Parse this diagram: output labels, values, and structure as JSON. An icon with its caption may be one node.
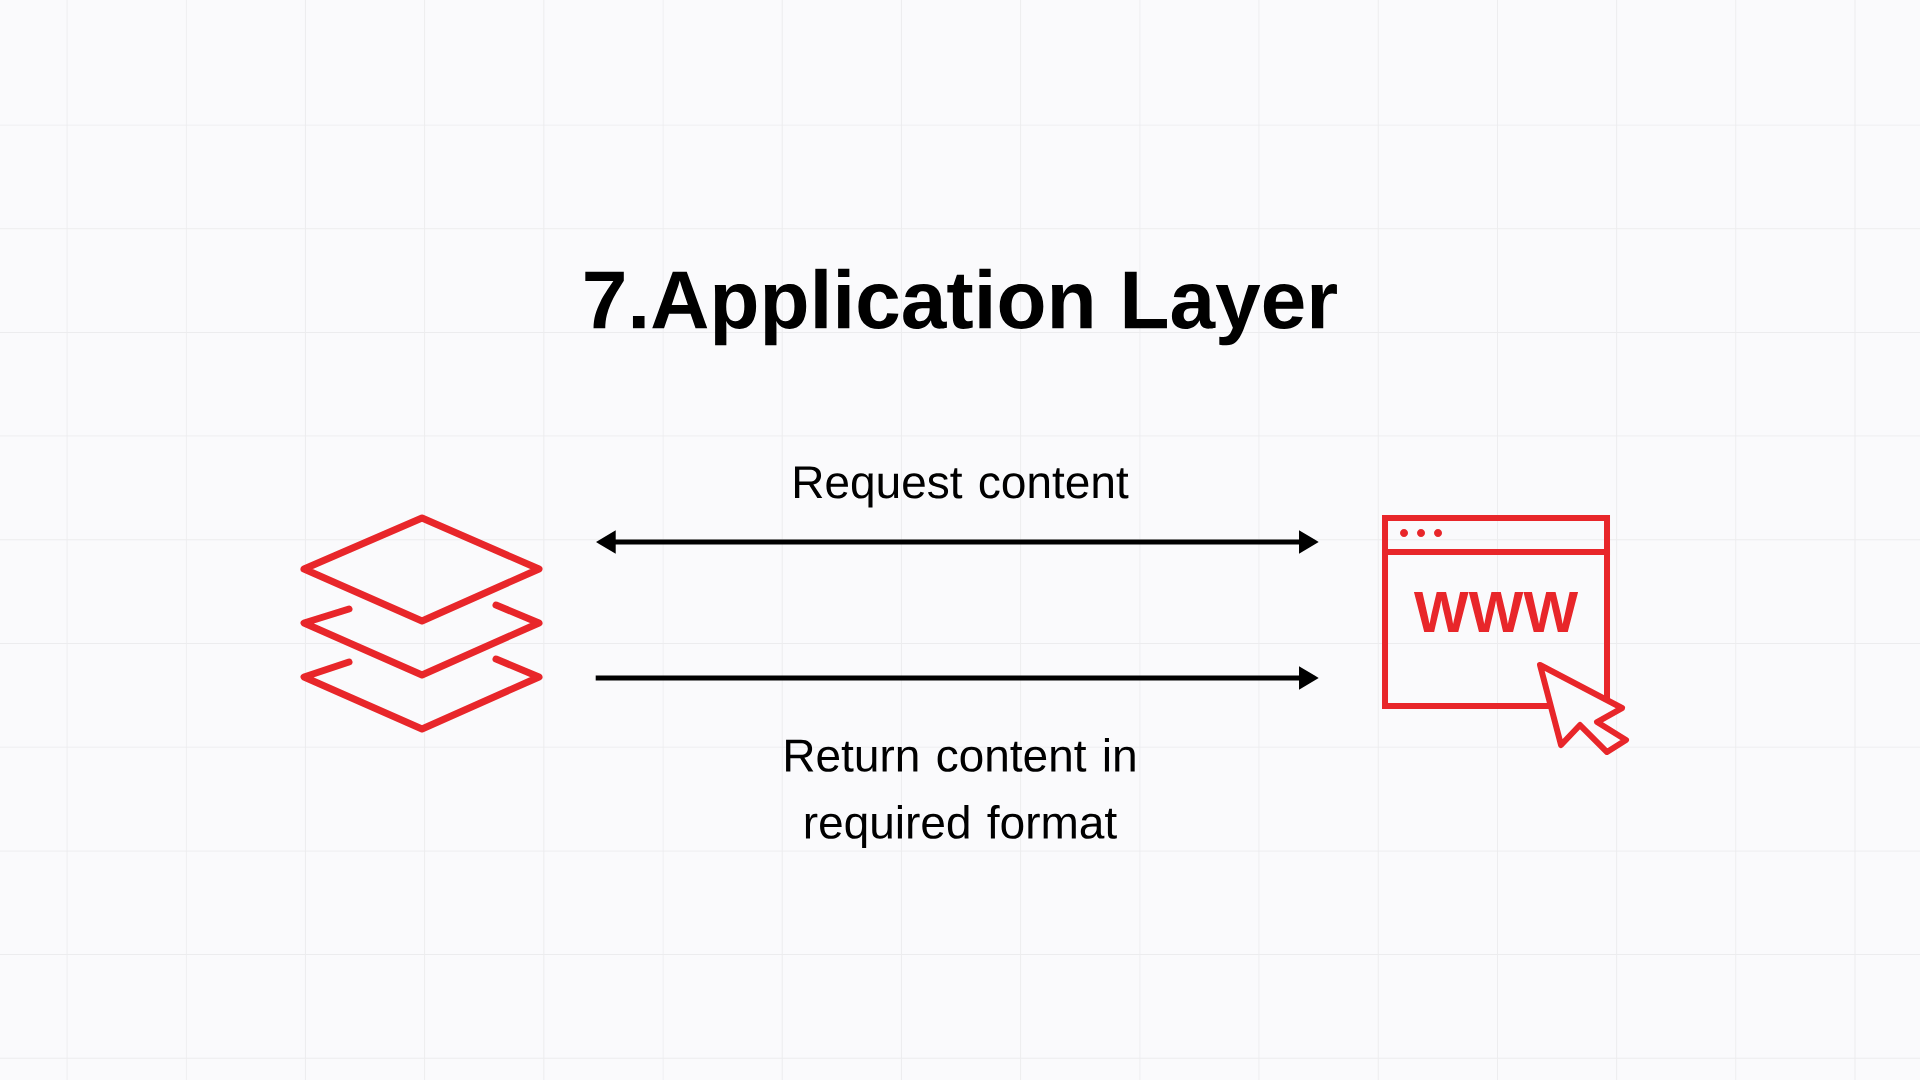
{
  "diagram": {
    "title": "7.Application Layer",
    "nodes": [
      {
        "text": [],
        "shape": "picture"
      },
      {
        "text": [
          "WWW"
        ]
      }
    ],
    "edges": [
      {
        "from": 0,
        "to": 1,
        "arrow": "both",
        "label": "Request content"
      },
      {
        "from": 0,
        "to": 1,
        "arrow": "to",
        "label": "Return content in required format"
      }
    ]
  }
}
